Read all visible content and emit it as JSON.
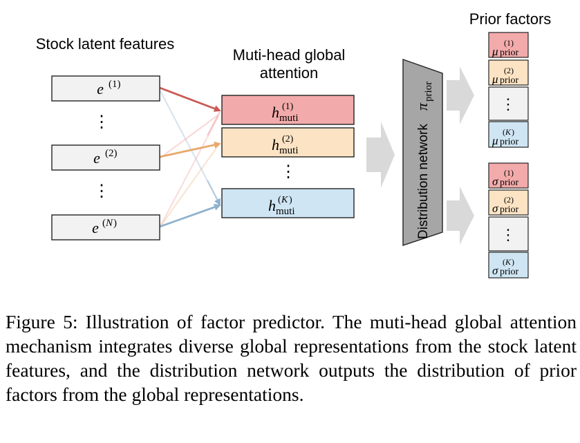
{
  "labels": {
    "stock_latent_features": "Stock latent features",
    "attention_line1": "Muti-head global",
    "attention_line2": "attention",
    "prior_factors": "Prior factors",
    "distribution_network": "Distribution network"
  },
  "symbols": {
    "e": "e",
    "h": "h",
    "muti": "muti",
    "mu": "μ",
    "sigma": "σ",
    "prior": "prior",
    "pi": "π",
    "sup_1": "(1)",
    "sup_2": "(2)",
    "sup_K": "(K)",
    "sup_N": "(N)",
    "ellipsis": "⋮"
  },
  "colors": {
    "red_fill": "#f2aaaa",
    "orange_fill": "#fbe3c4",
    "blue_fill": "#cfe5f3",
    "gray_fill": "#f2f2f2",
    "red_arrow": "#c95a55",
    "orange_arrow": "#e8a86a",
    "blue_arrow": "#8fb2cd",
    "trapezoid_fill": "#a6a6a6",
    "block_arrow": "#d9d9d9"
  },
  "caption": "Figure 5: Illustration of factor predictor. The muti-head global attention mechanism integrates diverse global representations from the stock latent features, and the distribution network outputs the distribution of prior factors from the global representations."
}
